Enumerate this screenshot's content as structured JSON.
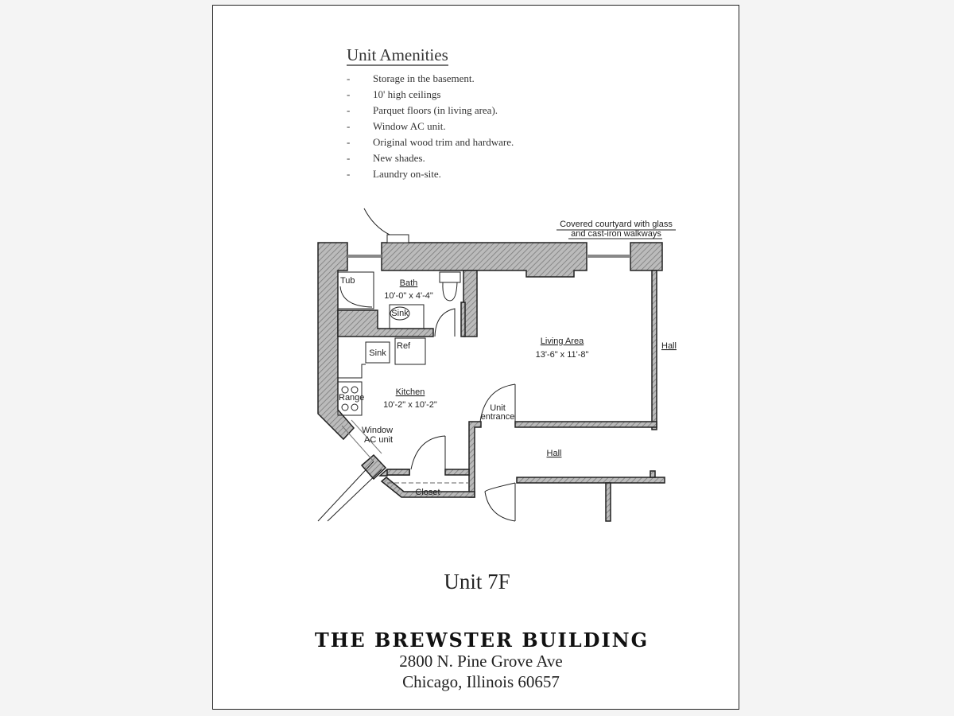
{
  "amenities": {
    "title": "Unit Amenities",
    "bullet": "-",
    "items": [
      "Storage in the basement.",
      "10' high ceilings",
      "Parquet floors (in living area).",
      "Window AC unit.",
      "Original wood trim and hardware.",
      "New shades.",
      "Laundry on-site."
    ]
  },
  "plan": {
    "courtyard_line1": "Covered courtyard with glass",
    "courtyard_line2": "and cast-iron walkways",
    "tub": "Tub",
    "bath": "Bath",
    "bath_dims": "10'-0\" x 4'-4\"",
    "sink": "Sink",
    "ref": "Ref",
    "living": "Living Area",
    "living_dims": "13'-6\" x 11'-8\"",
    "hall_right": "Hall",
    "kitchen": "Kitchen",
    "kitchen_dims": "10'-2\" x 10'-2\"",
    "range": "Range",
    "unit_entrance_1": "Unit",
    "unit_entrance_2": "entrance",
    "window_ac_1": "Window",
    "window_ac_2": "AC unit",
    "hall_bottom": "Hall",
    "closet": "Closet"
  },
  "unit_name": "Unit 7F",
  "building": {
    "name": "THE BREWSTER BUILDING",
    "address_line1": "2800 N. Pine Grove Ave",
    "address_line2": "Chicago, Illinois 60657"
  }
}
